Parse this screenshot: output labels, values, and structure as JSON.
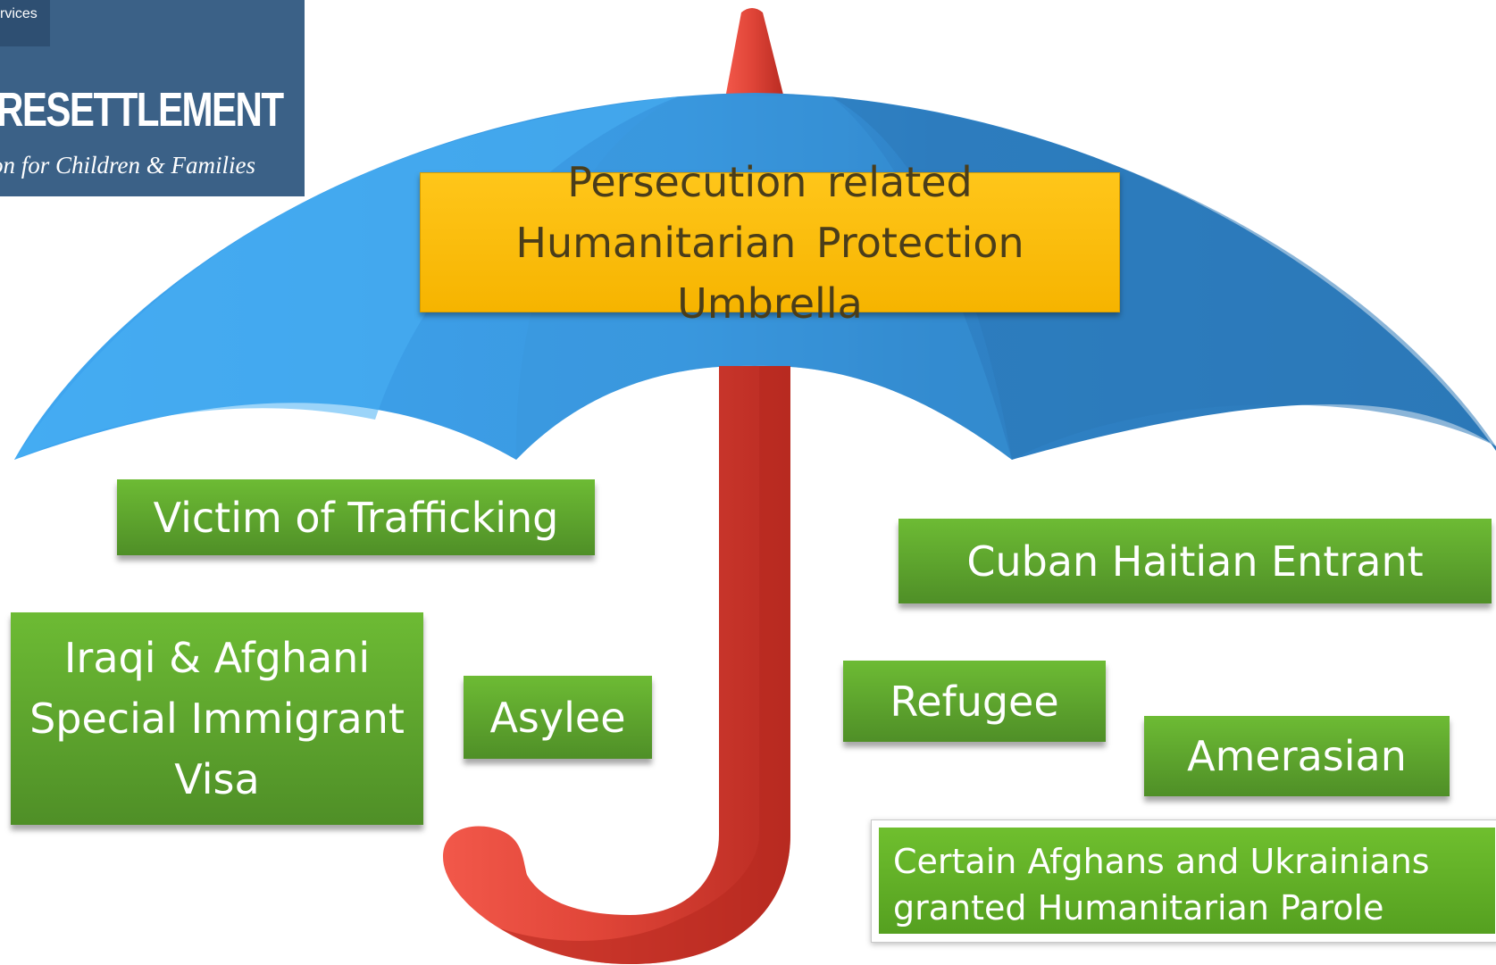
{
  "logo": {
    "top_text": "rvices",
    "main_text": "RESETTLEMENT",
    "sub_text": "on for Children & Families"
  },
  "title": {
    "line1": "Persecution related",
    "line2": "Humanitarian Protection Umbrella"
  },
  "categories": {
    "victim_of_trafficking": "Victim of Trafficking",
    "cuban_haitian_entrant": "Cuban Haitian Entrant",
    "iraqi_afghani_siv": [
      "Iraqi & Afghani",
      "Special Immigrant",
      "Visa"
    ],
    "asylee": "Asylee",
    "refugee": "Refugee",
    "amerasian": "Amerasian",
    "humanitarian_parole": [
      "Certain Afghans and Ukrainians",
      "granted Humanitarian Parole"
    ]
  },
  "colors": {
    "canopy_light": "#45aaf0",
    "canopy_dark": "#2f7fc0",
    "handle_red": "#d03a2e",
    "title_yellow": "#f8bb00",
    "box_green": "#5fa82e",
    "logo_blue": "#3b6187"
  }
}
